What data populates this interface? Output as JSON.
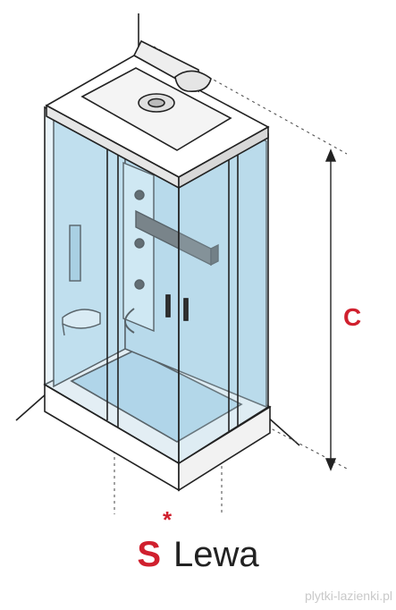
{
  "diagram": {
    "dimension_label": "C",
    "door_marker": "*"
  },
  "caption": {
    "variant": "S",
    "side": "Lewa"
  },
  "watermark": "plytki-lazienki.pl",
  "colors": {
    "accent_red": "#d0202e",
    "glass_blue": "#bcdcec",
    "outline": "#222222",
    "dashed_line": "#555555"
  }
}
